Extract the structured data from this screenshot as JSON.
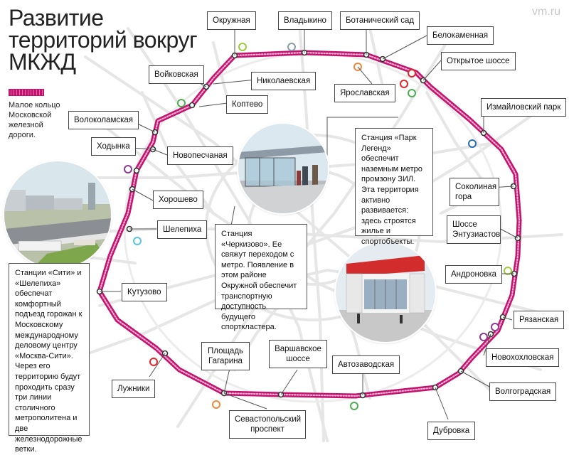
{
  "title": {
    "line1": "Развитие",
    "line2": "территорий вокруг",
    "line3": "МКЖД"
  },
  "watermark": "vm.ru",
  "legend": {
    "text": "Малое кольцо Московской железной дороги."
  },
  "colors": {
    "ring": "#c3126f",
    "ring_light": "#e86aa6",
    "streets": "#e6e6e6",
    "metro_green": "#4caf50",
    "metro_orange": "#f0883a",
    "metro_red": "#e2252b",
    "metro_purple": "#8e3b8f",
    "metro_blue": "#2b6cb0",
    "metro_lightgreen": "#9ccc3d",
    "metro_lightblue": "#5bc3e6"
  },
  "stations": {
    "okruzhnaya": "Окружная",
    "vladykino": "Владыкино",
    "botanichesky": "Ботанический сад",
    "belokamennaya": "Белокаменная",
    "otkrytoe": "Открытое шоссе",
    "voykovskaya": "Войковская",
    "nikolaevskaya": "Николаевская",
    "koptevo": "Коптево",
    "yaroslavskaya": "Ярославская",
    "izmailovsky": "Измайловский парк",
    "volokolamskaya": "Волоколамская",
    "khodynka": "Ходынка",
    "novopeschanaya": "Новопесчаная",
    "khoroshevo": "Хорошево",
    "sokolinaya": "Соколиная гора",
    "shelepikha": "Шелепиха",
    "entuziastov": "Шоссе Энтузиастов",
    "kutuzovo": "Кутузово",
    "andronovka": "Андроновка",
    "ryazanskaya": "Рязанская",
    "novokhokhlovskaya": "Новохохловская",
    "ploshchad_gagarina": "Площадь Гагарина",
    "varshavskoe": "Варшавское шоссе",
    "avtozavodskaya": "Автозаводская",
    "luzhniki": "Лужники",
    "volgogradskaya": "Волгоградская",
    "sevastopolsky": "Севастопольский проспект",
    "dubrovka": "Дубровка"
  },
  "notes": {
    "city": "Станции «Сити» и «Шелепиха» обеспечат комфортный подъезд горожан к Московскому международному деловому центру «Москва-Сити». Через его территорию будут проходить сразу три линии столичного метрополитена и две железнодорожные ветки.",
    "cherkizovo": "Станция «Черкизово». Ее свяжут переходом с метро. Появление в этом районе Окружной обеспечит транспортную доступность будущего спорткластера.",
    "park_legend": "Станция «Парк Легенд» обеспечит наземным метро промзону ЗИЛ. Эта территория активно развивается: здесь строятся жилье и спортобъекты."
  }
}
